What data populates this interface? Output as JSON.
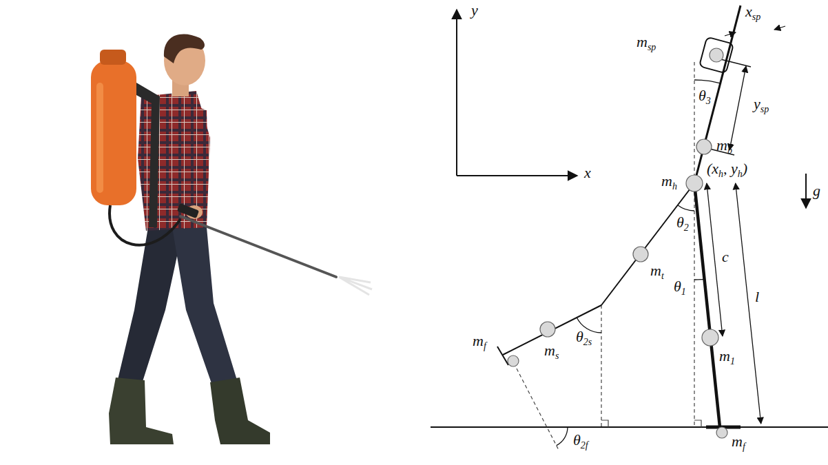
{
  "diagram": {
    "labels": [
      "y",
      "x",
      "xsp",
      "msp",
      "θ3",
      "ysp",
      "mb",
      "g",
      "mh",
      "(xh, yh)",
      "c",
      "l",
      "θ2",
      "mt",
      "θ1",
      "m1",
      "θ2s",
      "ms",
      "mf",
      "θ2f",
      "mf"
    ]
  }
}
